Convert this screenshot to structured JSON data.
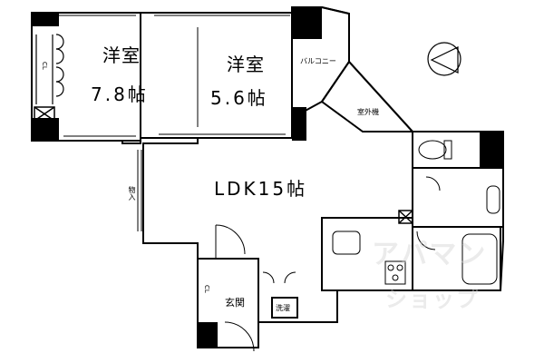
{
  "rooms": {
    "western1_name": "洋室",
    "western1_size": "7.8帖",
    "western2_name": "洋室",
    "western2_size": "5.6帖",
    "ldk": "LDK15帖"
  },
  "labels": {
    "balcony": "バルコニー",
    "outdoor_unit": "室外機",
    "closet_left": "CL",
    "closet_entry": "CL",
    "storage": "物入",
    "entrance": "玄関",
    "washer": "洗濯"
  },
  "watermark": {
    "line1": "アパマン",
    "line2": "ショップ"
  },
  "compass_icon": "north-arrow-icon"
}
